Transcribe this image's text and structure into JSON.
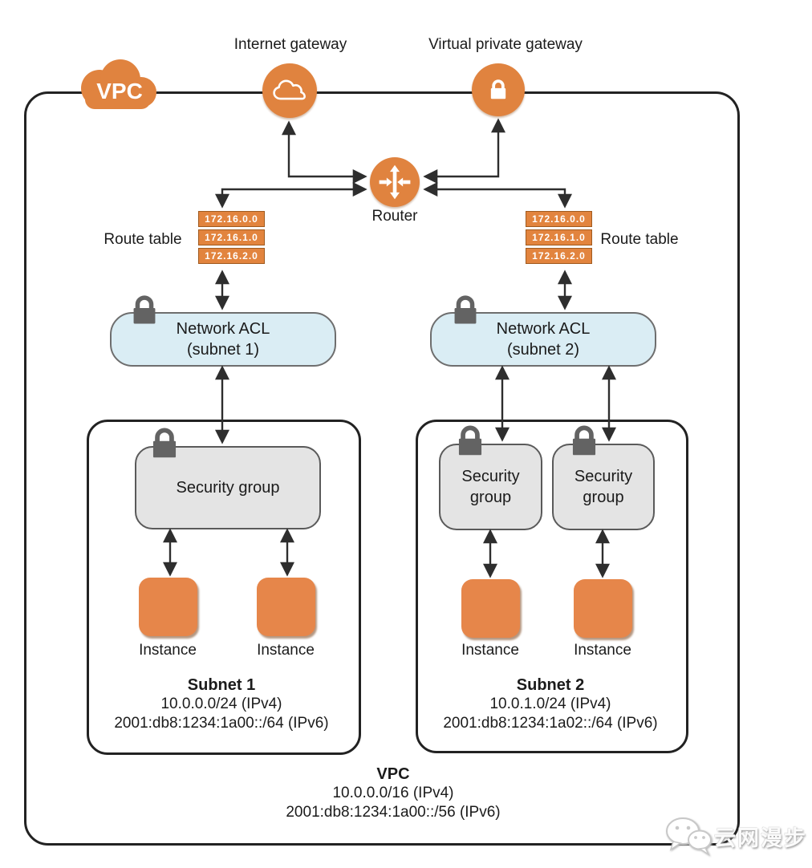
{
  "vpc_cloud_label": "VPC",
  "gateways": {
    "internet": {
      "label": "Internet gateway"
    },
    "virtual_private": {
      "label": "Virtual private gateway"
    }
  },
  "router": {
    "label": "Router"
  },
  "route_tables": {
    "left": {
      "label": "Route table",
      "rows": [
        "172.16.0.0",
        "172.16.1.0",
        "172.16.2.0"
      ]
    },
    "right": {
      "label": "Route table",
      "rows": [
        "172.16.0.0",
        "172.16.1.0",
        "172.16.2.0"
      ]
    }
  },
  "acls": {
    "left": {
      "line1": "Network ACL",
      "line2": "(subnet 1)"
    },
    "right": {
      "line1": "Network ACL",
      "line2": "(subnet 2)"
    }
  },
  "subnet1": {
    "security_group": "Security group",
    "instances": [
      "Instance",
      "Instance"
    ],
    "title": "Subnet 1",
    "ipv4": "10.0.0.0/24 (IPv4)",
    "ipv6": "2001:db8:1234:1a00::/64 (IPv6)"
  },
  "subnet2": {
    "security_groups": [
      "Security group",
      "Security group"
    ],
    "instances": [
      "Instance",
      "Instance"
    ],
    "title": "Subnet 2",
    "ipv4": "10.0.1.0/24 (IPv4)",
    "ipv6": "2001:db8:1234:1a02::/64 (IPv6)"
  },
  "vpc": {
    "title": "VPC",
    "ipv4": "10.0.0.0/16 (IPv4)",
    "ipv6": "2001:db8:1234:1a00::/56 (IPv6)"
  },
  "watermark": {
    "text": "云网漫步"
  },
  "colors": {
    "orange": "#E0833F",
    "instance_orange": "#E6864A",
    "route_row_orange": "#E2843E",
    "acl_fill": "#DAEDF4",
    "sg_fill": "#E4E4E4",
    "lock_gray": "#636363",
    "connector": "#2E2E2E",
    "border_black": "#222222"
  }
}
